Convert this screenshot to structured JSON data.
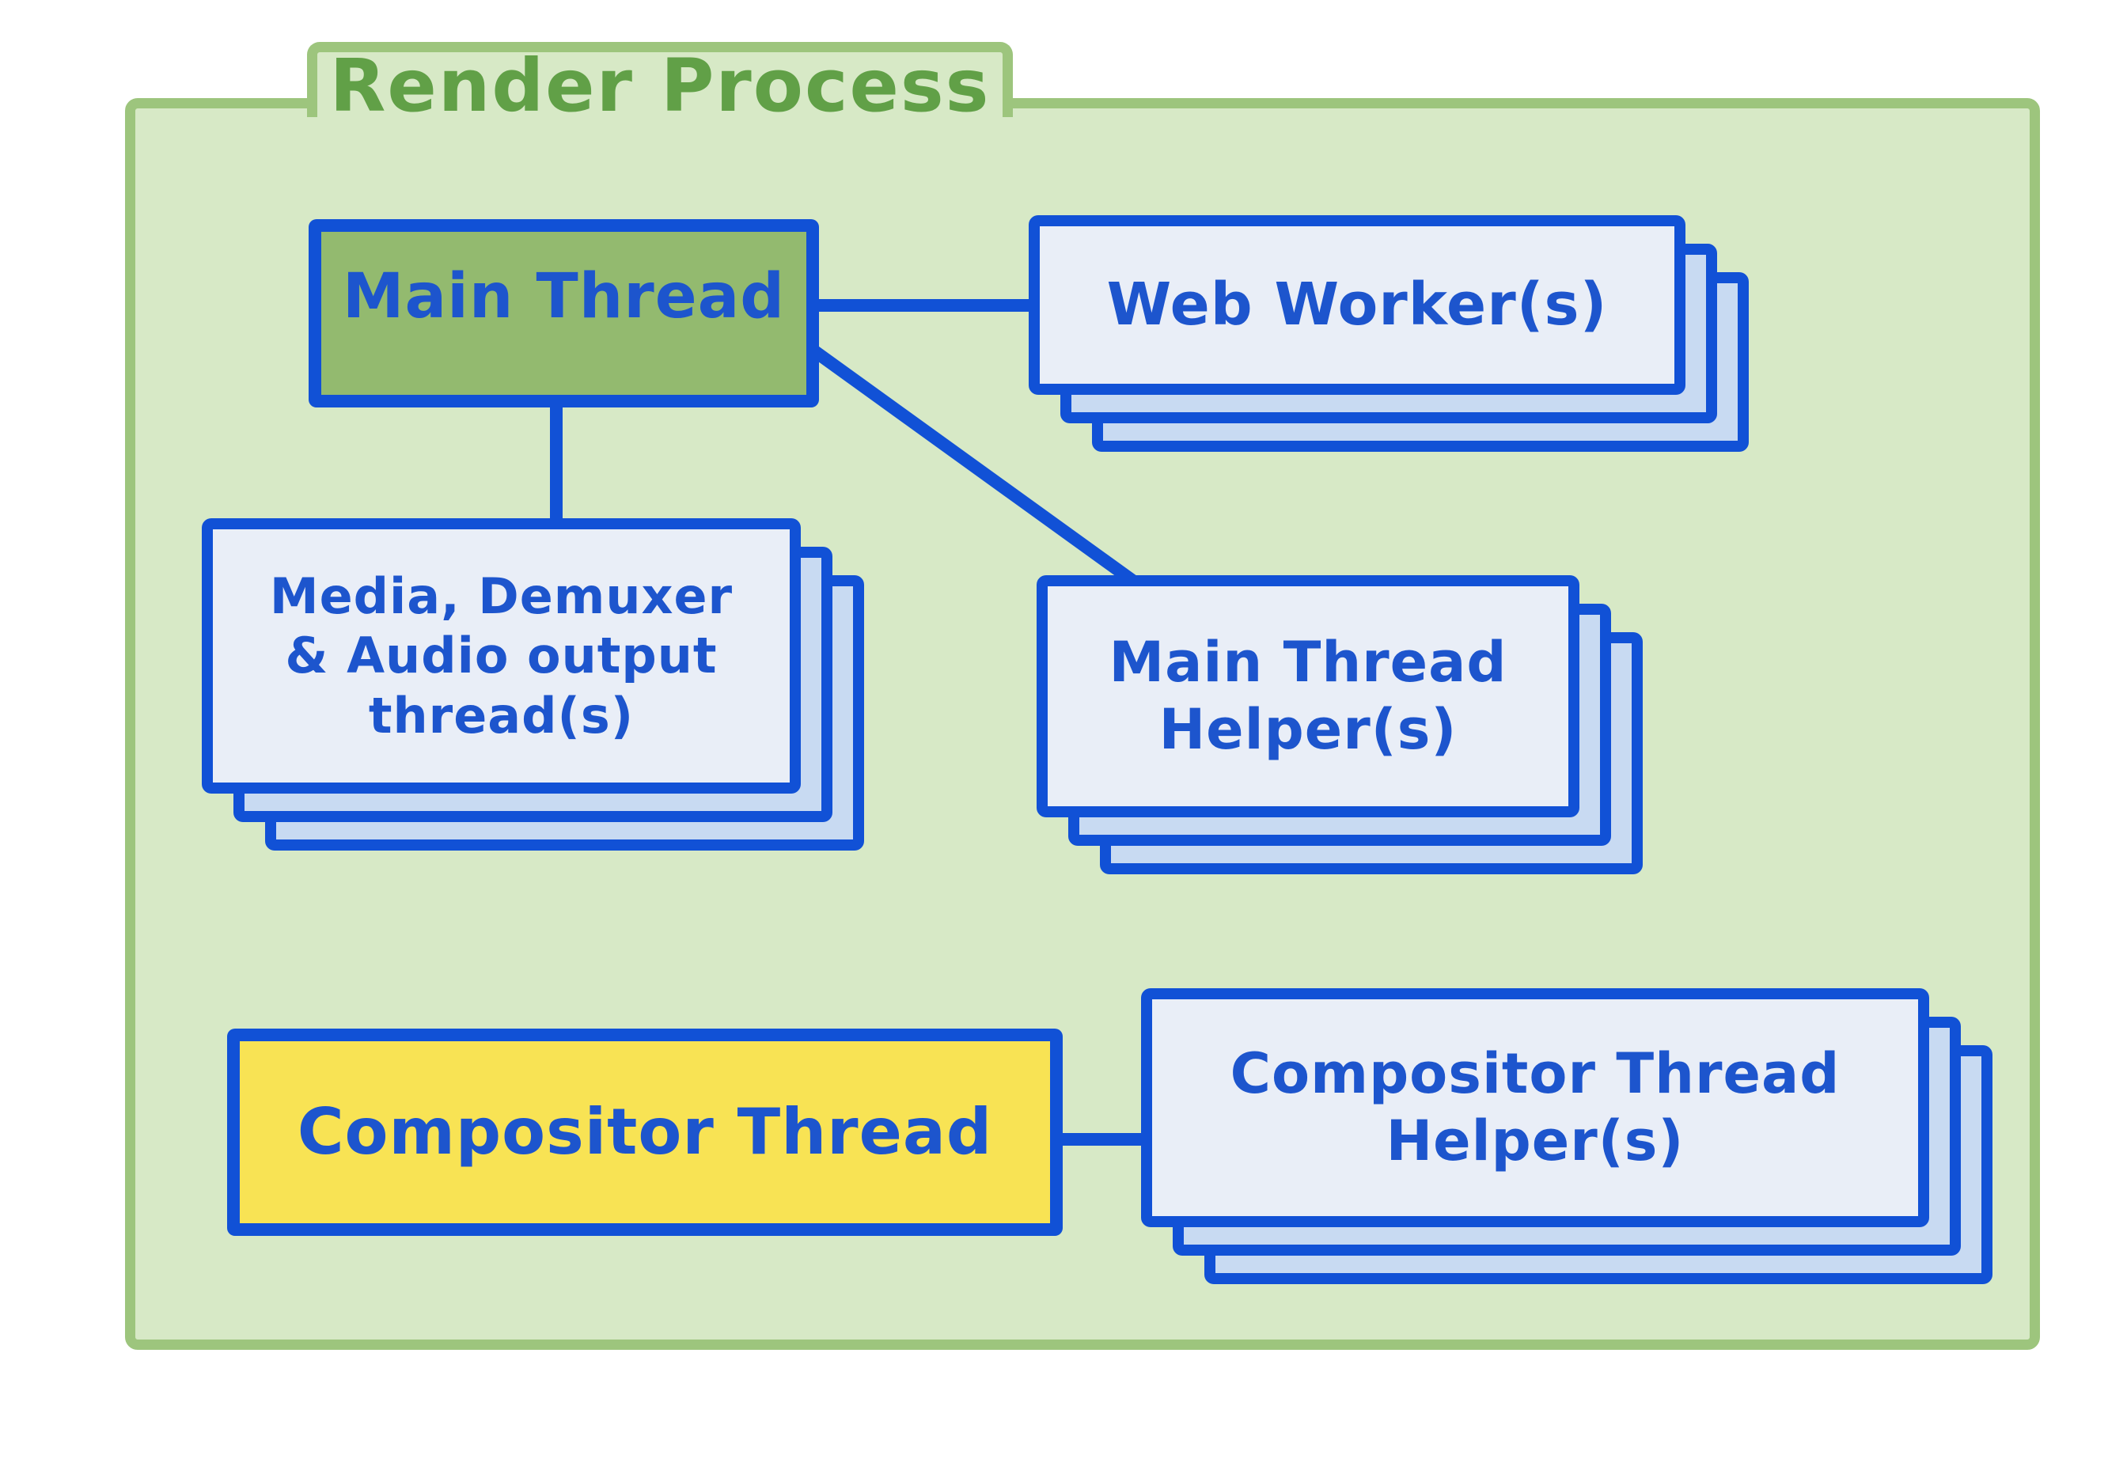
{
  "diagram": {
    "title": "Render Process",
    "nodes": {
      "main_thread": {
        "label": "Main Thread"
      },
      "web_workers": {
        "label": "Web Worker(s)"
      },
      "media": {
        "line1": "Media, Demuxer",
        "line2": "& Audio output",
        "line3": "thread(s)"
      },
      "main_helpers": {
        "line1": "Main Thread",
        "line2": "Helper(s)"
      },
      "compositor": {
        "label": "Compositor Thread"
      },
      "comp_helpers": {
        "line1": "Compositor Thread",
        "line2": "Helper(s)"
      }
    },
    "edges": [
      {
        "from": "Main Thread",
        "to": "Web Worker(s)"
      },
      {
        "from": "Main Thread",
        "to": "Media, Demuxer & Audio output thread(s)"
      },
      {
        "from": "Main Thread",
        "to": "Main Thread Helper(s)"
      },
      {
        "from": "Compositor Thread",
        "to": "Compositor Thread Helper(s)"
      }
    ],
    "colors": {
      "folder_fill": "#d7e9c6",
      "folder_border": "#9dc57d",
      "title_green": "#61a047",
      "node_border_blue": "#1151d6",
      "text_blue": "#1d55cd",
      "card_front": "#e9eef7",
      "card_back": "#c8daf2",
      "main_thread_green": "#93ba6f",
      "compositor_yellow": "#f8e354"
    }
  }
}
